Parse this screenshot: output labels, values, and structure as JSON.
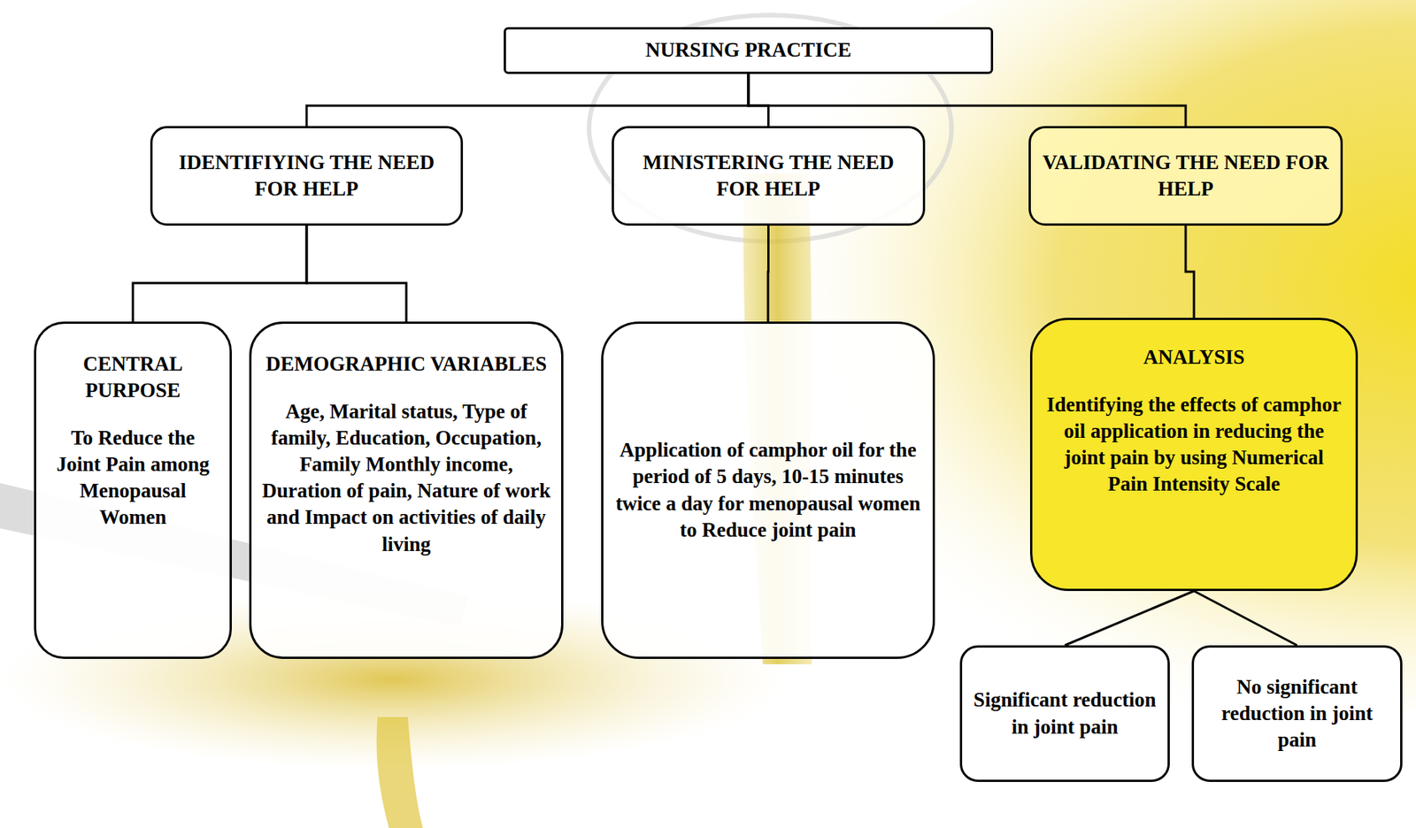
{
  "diagram": {
    "nodes": [
      {
        "text": [
          "NURSING PRACTICE"
        ]
      },
      {
        "text": [
          "IDENTIFIYING THE NEED FOR HELP"
        ]
      },
      {
        "text": [
          "MINISTERING THE NEED FOR HELP"
        ]
      },
      {
        "text": [
          "VALIDATING THE NEED FOR HELP"
        ]
      },
      {
        "text": [
          "CENTRAL PURPOSE",
          "To Reduce the Joint Pain among Menopausal Women"
        ]
      },
      {
        "text": [
          "DEMOGRAPHIC VARIABLES",
          "Age, Marital status, Type of family, Education, Occupation, Family Monthly income, Duration of pain, Nature of work and Impact on activities of daily living"
        ]
      },
      {
        "text": [
          "Application of camphor oil for the period of 5 days, 10-15 minutes twice a day for menopausal women to Reduce joint pain"
        ]
      },
      {
        "text": [
          "ANALYSIS",
          "Identifying the effects of camphor oil application in reducing the joint pain by using Numerical Pain Intensity Scale"
        ]
      },
      {
        "text": [
          "Significant reduction in joint pain"
        ]
      },
      {
        "text": [
          "No significant reduction in joint pain"
        ]
      }
    ],
    "edges": [
      {
        "from": 0,
        "to": 1,
        "arrow": "none"
      },
      {
        "from": 0,
        "to": 2,
        "arrow": "none"
      },
      {
        "from": 0,
        "to": 3,
        "arrow": "none"
      },
      {
        "from": 1,
        "to": 4,
        "arrow": "none"
      },
      {
        "from": 1,
        "to": 5,
        "arrow": "none"
      },
      {
        "from": 2,
        "to": 6,
        "arrow": "none"
      },
      {
        "from": 3,
        "to": 7,
        "arrow": "none"
      },
      {
        "from": 7,
        "to": 8,
        "arrow": "none"
      },
      {
        "from": 7,
        "to": 9,
        "arrow": "none"
      }
    ]
  }
}
